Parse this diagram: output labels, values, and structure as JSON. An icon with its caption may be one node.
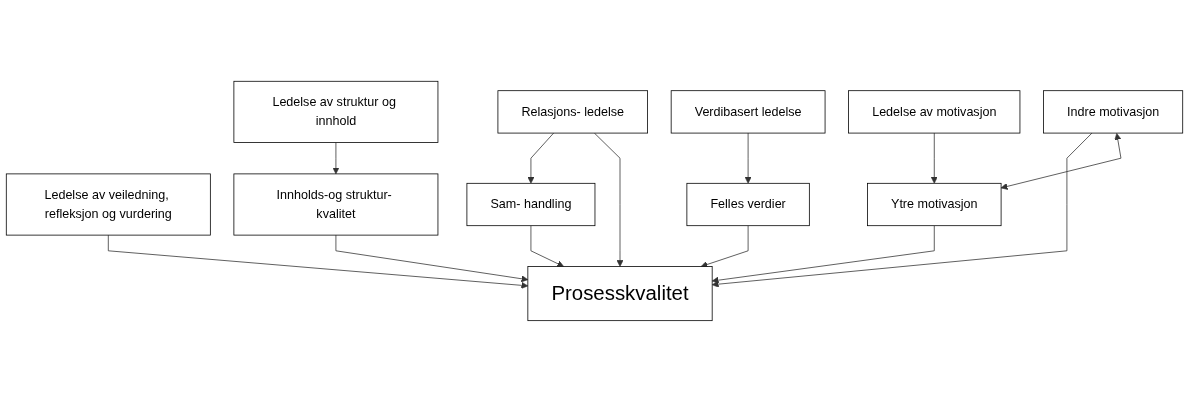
{
  "diagram": {
    "nodes": [
      {
        "text": [
          "Ledelse av struktur og innhold"
        ]
      },
      {
        "text": [
          "Relasjons- ledelse"
        ]
      },
      {
        "text": [
          "Verdibasert ledelse"
        ]
      },
      {
        "text": [
          "Ledelse av motivasjon"
        ]
      },
      {
        "text": [
          "Ledelse av veiledning, refleksjon og vurdering"
        ]
      },
      {
        "text": [
          "Innholds-og struktur- kvalitet"
        ]
      },
      {
        "text": [
          "Sam- handling"
        ]
      },
      {
        "text": [
          "Felles verdier"
        ]
      },
      {
        "text": [
          "Indre motivasjon"
        ]
      },
      {
        "text": [
          "Ytre motivasjon"
        ]
      },
      {
        "text": [
          "Prosesskvalitet"
        ]
      }
    ],
    "edges": [
      {
        "from": 0,
        "to": 5,
        "arrow": "to"
      },
      {
        "from": 1,
        "to": 6,
        "arrow": "to"
      },
      {
        "from": 1,
        "to": 10,
        "arrow": "to"
      },
      {
        "from": 2,
        "to": 7,
        "arrow": "to"
      },
      {
        "from": 3,
        "to": 9,
        "arrow": "to"
      },
      {
        "from": 4,
        "to": 10,
        "arrow": "to"
      },
      {
        "from": 5,
        "to": 10,
        "arrow": "to"
      },
      {
        "from": 6,
        "to": 10,
        "arrow": "to"
      },
      {
        "from": 7,
        "to": 10,
        "arrow": "to"
      },
      {
        "from": 8,
        "to": 10,
        "arrow": "to"
      },
      {
        "from": 8,
        "to": 9,
        "arrow": "both"
      },
      {
        "from": 9,
        "to": 10,
        "arrow": "to"
      }
    ]
  }
}
